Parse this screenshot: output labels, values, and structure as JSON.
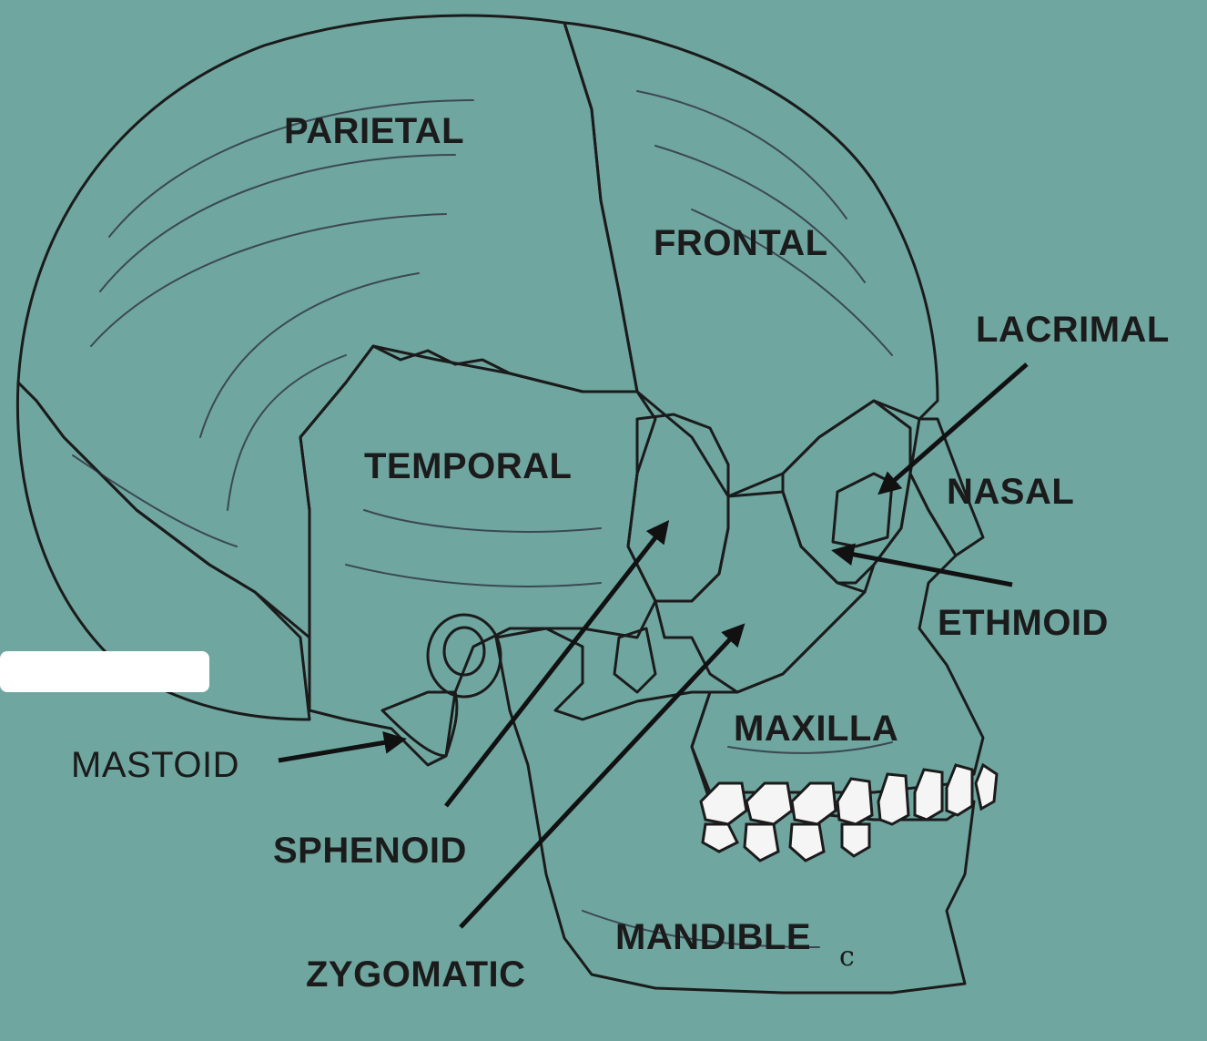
{
  "colors": {
    "background": "#6fa6a0",
    "parietal": "#b9c4e0",
    "frontal": "#f2a3a4",
    "temporal": "#de9453",
    "sphenoid": "#e05fc4",
    "occipital": "#f0a8dc",
    "zygomatic": "#8ee3cf",
    "maxilla": "#8de07a",
    "nasal": "#f5f0a0",
    "lacrimal": "#e08a2a",
    "ethmoid": "#a98e87",
    "mandible": "#6857d4",
    "teeth": "#f5f5f5"
  },
  "labels": {
    "parietal": "PARIETAL",
    "frontal": "FRONTAL",
    "lacrimal": "LACRIMAL",
    "temporal": "TEMPORAL",
    "nasal": "NASAL",
    "ethmoid": "ETHMOID",
    "maxilla": "MAXILLA",
    "mastoid": "MASTOID",
    "sphenoid": "SPHENOID",
    "zygomatic": "ZYGOMATIC",
    "mandible": "MANDIBLE",
    "mandible_mark": "c"
  }
}
